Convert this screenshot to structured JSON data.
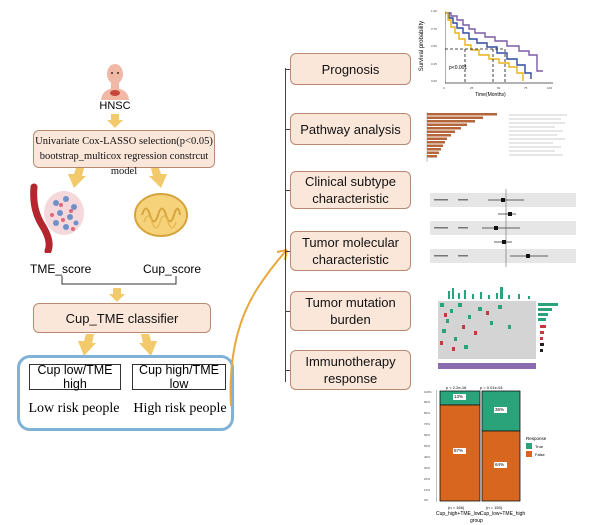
{
  "left": {
    "hnsc_label": "HNSC",
    "selection_line1": "Univariate Cox-LASSO selection(p<0.05)",
    "selection_line2": "bootstrap_multicox regression constrcut model",
    "tme_score_label": "TME_score",
    "cup_score_label": "Cup_score",
    "classifier_label": "Cup_TME classifier",
    "group_low_label": "Cup low/TME high",
    "group_high_label": "Cup high/TME low",
    "low_risk_label": "Low risk people",
    "high_risk_label": "High risk people"
  },
  "modules": [
    {
      "line1": "Prognosis",
      "line2": ""
    },
    {
      "line1": "Pathway analysis",
      "line2": ""
    },
    {
      "line1": "Clinical subtype",
      "line2": "characteristic"
    },
    {
      "line1": "Tumor molecular",
      "line2": "characteristic"
    },
    {
      "line1": "Tumor mutation",
      "line2": "burden"
    },
    {
      "line1": "Immunotherapy",
      "line2": "response"
    }
  ],
  "colors": {
    "peach_fill": "#fbe7da",
    "arrow_yellow": "#f2c96b",
    "curve_orange": "#e8a83a",
    "rounded_box_border": "#7fb2d6",
    "km_purple": "#7b5aa6",
    "km_blue": "#2f4a9c",
    "km_yellow": "#e8b21a",
    "bar_brown": "#b5653a",
    "bar_teal": "#2aa37a",
    "bar_orange": "#d9661f"
  },
  "km_plot": {
    "ylabel": "Survival probability",
    "xlabel": "Time(Months)",
    "pvalue": "p<0.001",
    "xticks": [
      "0",
      "25",
      "50",
      "75",
      "100"
    ],
    "yticks": [
      "1.00",
      "0.75",
      "0.50",
      "0.25",
      "0.00"
    ]
  },
  "response_plot": {
    "top_left": "p < 2.2e-16",
    "top_right": "p = 0.01e-04",
    "n_left": "(n = 166)",
    "n_right": "(n = 150)",
    "left_top_pct": "13%",
    "left_bottom_pct": "87%",
    "right_top_pct": "36%",
    "right_bottom_pct": "64%",
    "legend_title": "Response",
    "legend_true": "True",
    "legend_false": "False",
    "xlabel_left": "Cup_high+TME_low",
    "xlabel_right": "Cup_low+TME_high",
    "group_label": "group",
    "yticks": [
      "100%",
      "90%",
      "80%",
      "70%",
      "60%",
      "50%",
      "40%",
      "30%",
      "20%",
      "10%",
      "0%"
    ]
  }
}
